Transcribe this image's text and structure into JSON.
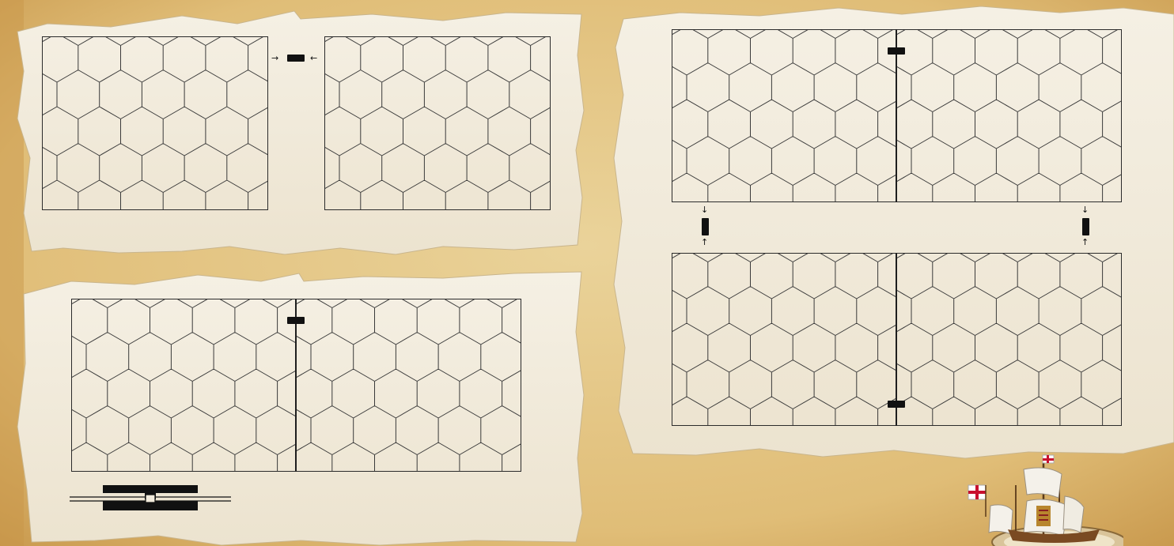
{
  "colors": {
    "background": "#e3c27c",
    "parchment": "#f2ebdc",
    "grid_line": "#3a3a3a",
    "connector": "#111111",
    "flag_cross": "#c8102e"
  },
  "icons": {
    "connector_clip": "black-connector-clip",
    "direction_arrow": "arrow-icon",
    "joint_diagram": "board-joint-diagram",
    "ship": "galleon-ship-icon"
  },
  "layouts": [
    {
      "id": "two-boards-separate",
      "boards": 2,
      "connectors": 1
    },
    {
      "id": "two-boards-joined",
      "boards": 2,
      "connectors": 1
    },
    {
      "id": "four-boards-grid",
      "boards": 4,
      "connectors": 4
    }
  ]
}
